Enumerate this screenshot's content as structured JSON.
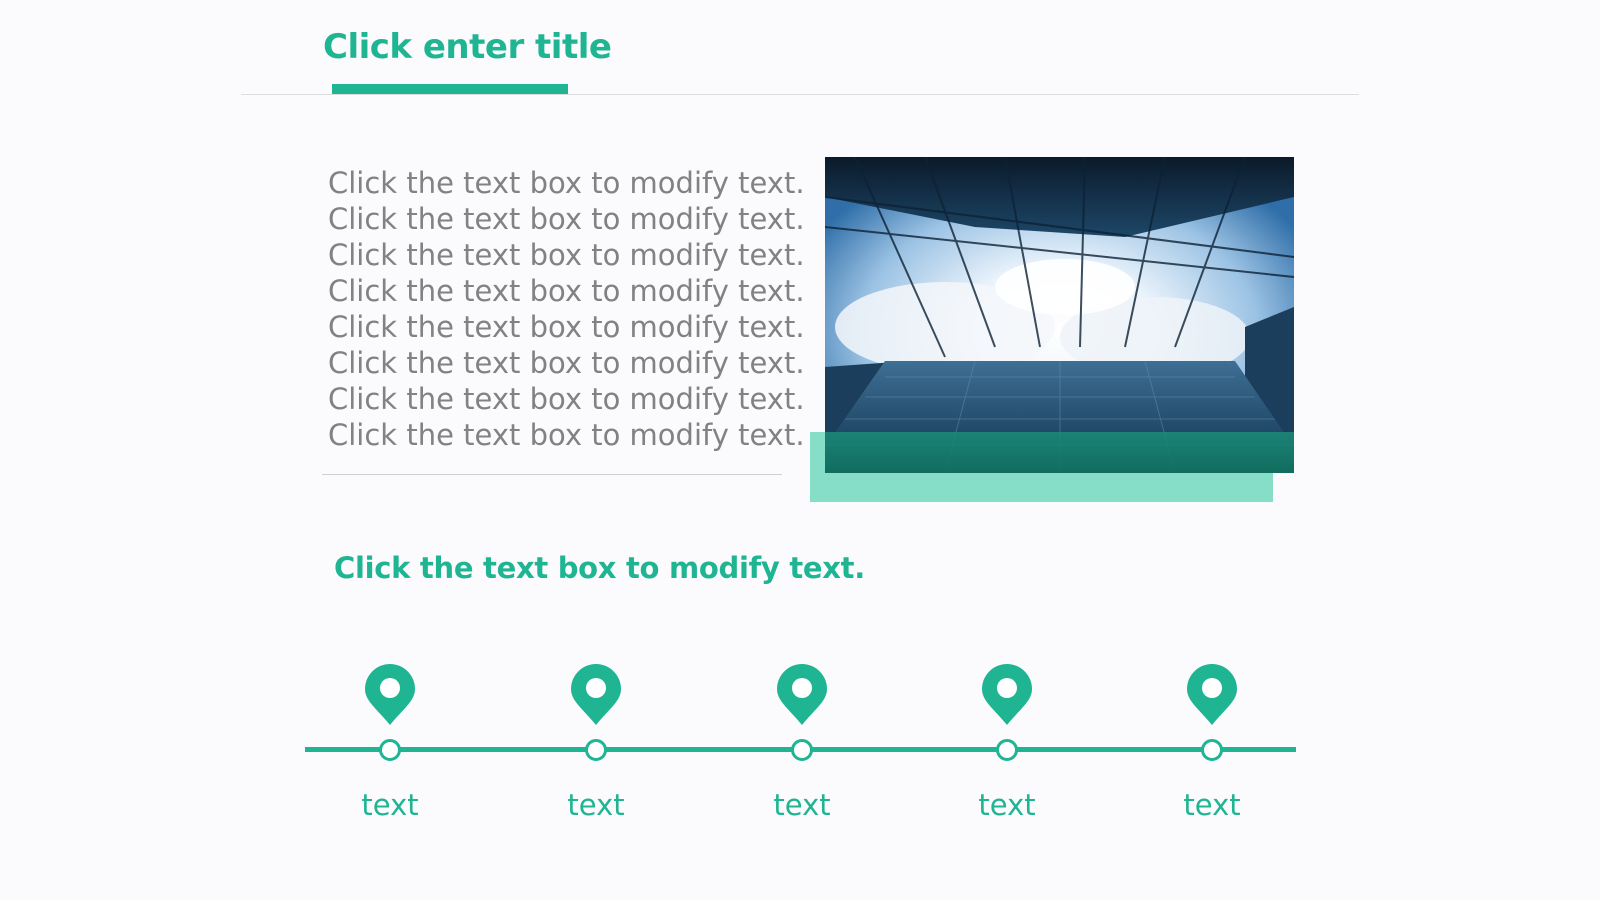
{
  "title": "Click enter title",
  "body_lines": [
    "Click the text box to modify text.",
    "Click the text box to modify text.",
    "Click the text box to modify text.",
    "Click the text box to modify text.",
    "Click the text box to modify text.",
    "Click the text box to modify text.",
    "Click the text box to modify text.",
    "Click the text box to modify text."
  ],
  "subheading": "Click the text box to modify text.",
  "timeline": {
    "items": [
      {
        "label": "text",
        "icon": "location-pin-icon"
      },
      {
        "label": "text",
        "icon": "location-pin-icon"
      },
      {
        "label": "text",
        "icon": "location-pin-icon"
      },
      {
        "label": "text",
        "icon": "location-pin-icon"
      },
      {
        "label": "text",
        "icon": "location-pin-icon"
      }
    ]
  },
  "photo": {
    "subject": "skyscraper-view-from-below"
  },
  "colors": {
    "accent": "#1fb593",
    "accent_light": "#86dec8",
    "body_text": "#828282",
    "background": "#fbfbfd"
  }
}
